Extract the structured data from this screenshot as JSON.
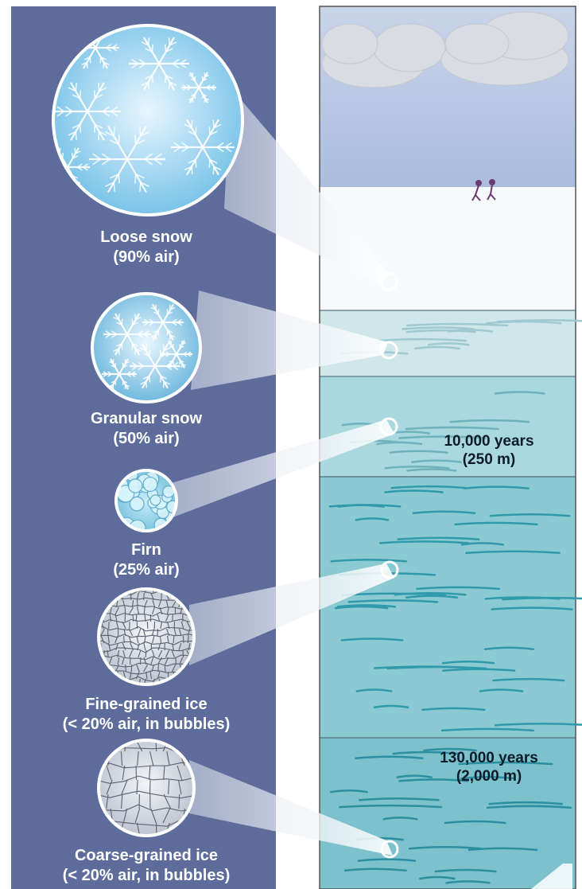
{
  "stages": [
    {
      "name": "Loose snow",
      "air": "(90% air)",
      "icon": "snowflake-cluster-icon"
    },
    {
      "name": "Granular snow",
      "air": "(50% air)",
      "icon": "granular-snow-icon"
    },
    {
      "name": "Firn",
      "air": "(25% air)",
      "icon": "firn-grains-icon"
    },
    {
      "name": "Fine-grained ice",
      "air": "(< 20% air, in bubbles)",
      "icon": "fine-ice-icon"
    },
    {
      "name": "Coarse-grained ice",
      "air": "(< 20% air, in bubbles)",
      "icon": "coarse-ice-icon"
    }
  ],
  "depth_markers": [
    {
      "age": "10,000 years",
      "depth": "(250 m)"
    },
    {
      "age": "130,000 years",
      "depth": "(2,000 m)"
    }
  ],
  "colors": {
    "panel": "#5d6c9b",
    "sky_top": "#c9d4e8",
    "sky_bottom": "#a9bde0",
    "snow": "#f7fafc",
    "granular_layer": "#cfe7ea",
    "firn_layer": "#a9d8de",
    "ice_layer": "#8ccad3",
    "deep_ice_layer": "#7cc1cc"
  }
}
